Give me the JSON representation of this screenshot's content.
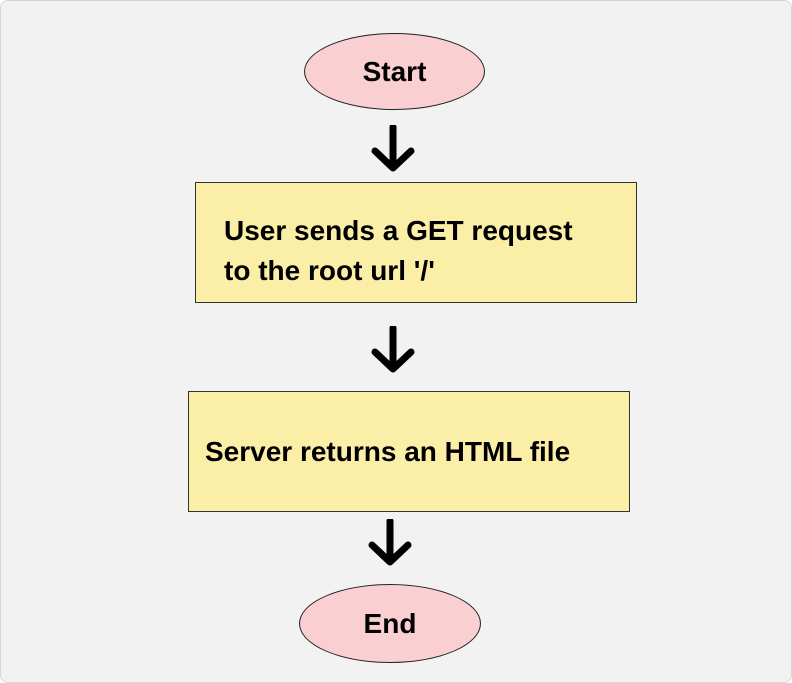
{
  "flowchart": {
    "start_label": "Start",
    "step1_line1": "User sends a GET request",
    "step1_line2": "to the root url '/'",
    "step2_label": "Server returns an HTML file",
    "end_label": "End"
  },
  "colors": {
    "background": "#f2f2f2",
    "terminal_fill": "#f9cfd2",
    "process_fill": "#fbeea6",
    "stroke": "#222222"
  },
  "icons": {
    "arrow": "arrow-down-icon"
  }
}
